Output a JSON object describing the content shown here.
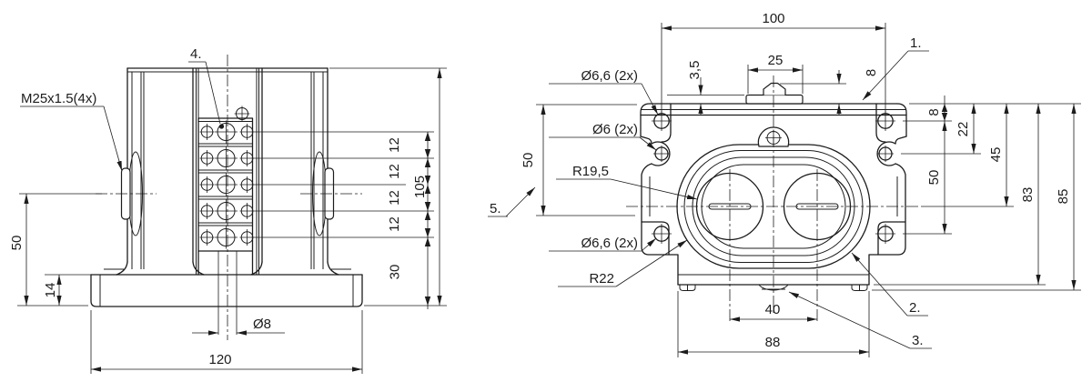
{
  "drawing": {
    "type": "engineering-2-view",
    "background": "#ffffff",
    "line_color": "#1c1c1c"
  },
  "left_view": {
    "labels": {
      "thread_callout": "M25x1.5(4x)",
      "item_4": "4."
    },
    "dimensions": {
      "d12": [
        "12",
        "12",
        "12",
        "12"
      ],
      "d30": "30",
      "d105": "105",
      "d50": "50",
      "d14": "14",
      "d120": "120",
      "d8": "Ø8"
    }
  },
  "right_view": {
    "labels": {
      "item_1": "1.",
      "item_2": "2.",
      "item_3": "3.",
      "item_5": "5.",
      "hole_66_top": "Ø6,6 (2x)",
      "hole_6": "Ø6 (2x)",
      "radius_inner": "R19,5",
      "hole_66_bottom": "Ø6,6 (2x)",
      "radius_outer": "R22"
    },
    "dimensions": {
      "d100": "100",
      "d25": "25",
      "d3_5": "3,5",
      "d8_tab": "8",
      "d8_side": "8",
      "d22": "22",
      "d45": "45",
      "d50_right": "50",
      "d50_left": "50",
      "d83": "83",
      "d85": "85",
      "d40": "40",
      "d88": "88"
    }
  }
}
